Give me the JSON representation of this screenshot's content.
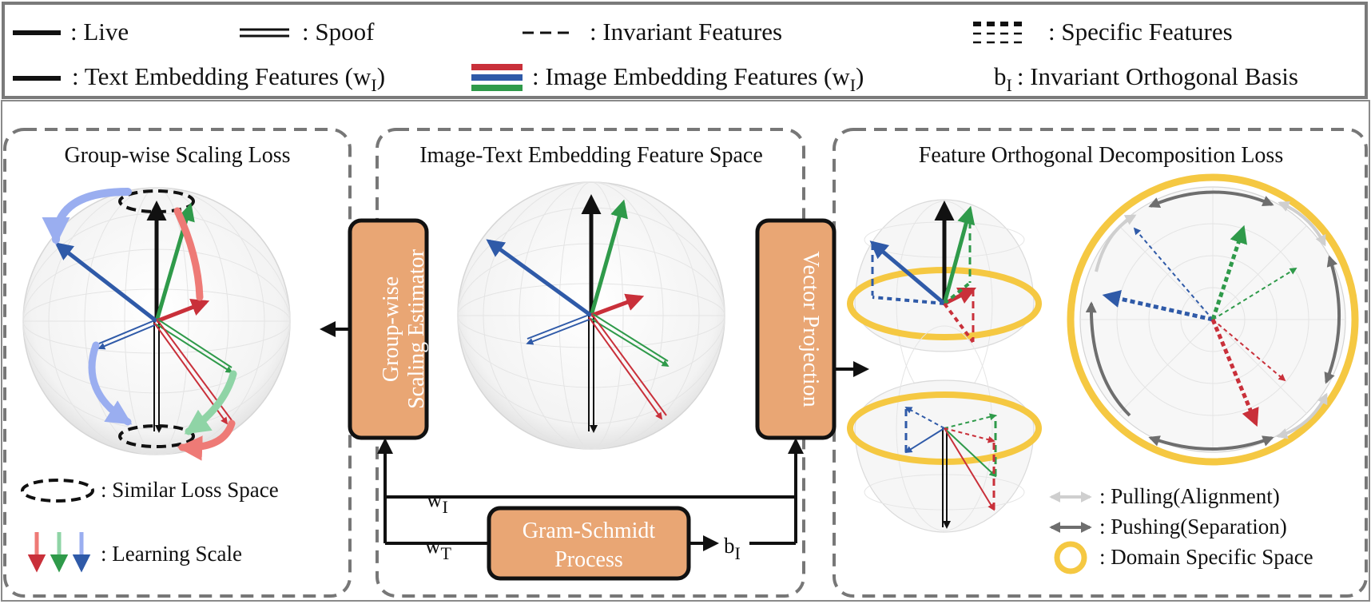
{
  "legend": {
    "live": ": Live",
    "spoof": ": Spoof",
    "invariant": ": Invariant Features",
    "specific": ": Specific Features",
    "text_embedding": ": Text Embedding Features (w",
    "image_embedding": ": Image Embedding Features (w",
    "subscript_i": "I",
    "close_paren": ")",
    "basis_symbol": "b",
    "basis_text": ": Invariant Orthogonal Basis"
  },
  "panels": {
    "left_title": "Group-wise Scaling Loss",
    "middle_title": "Image-Text Embedding Feature Space",
    "right_title": "Feature Orthogonal Decomposition Loss"
  },
  "boxes": {
    "estimator_line1": "Group-wise",
    "estimator_line2": "Scaling Estimator",
    "projection": "Vector Projection",
    "gram_line1": "Gram-Schmidt",
    "gram_line2": "Process"
  },
  "flow": {
    "w": "w",
    "sub_i": "I",
    "sub_t": "T",
    "b": "b"
  },
  "left_legend": {
    "similar": ": Similar Loss Space",
    "learning": ": Learning Scale"
  },
  "right_legend": {
    "pulling": ": Pulling(Alignment)",
    "pushing": ": Pushing(Separation)",
    "domain": ": Domain Specific Space"
  },
  "colors": {
    "red": "#c9303a",
    "blue": "#2f5aa8",
    "green": "#2f9a4a",
    "orange": "#e9a674",
    "yellow": "#f5c842",
    "gray": "#6e6e6e",
    "light_red": "#ee7a76",
    "light_green": "#8fd4a6",
    "light_blue": "#9aaef0"
  }
}
